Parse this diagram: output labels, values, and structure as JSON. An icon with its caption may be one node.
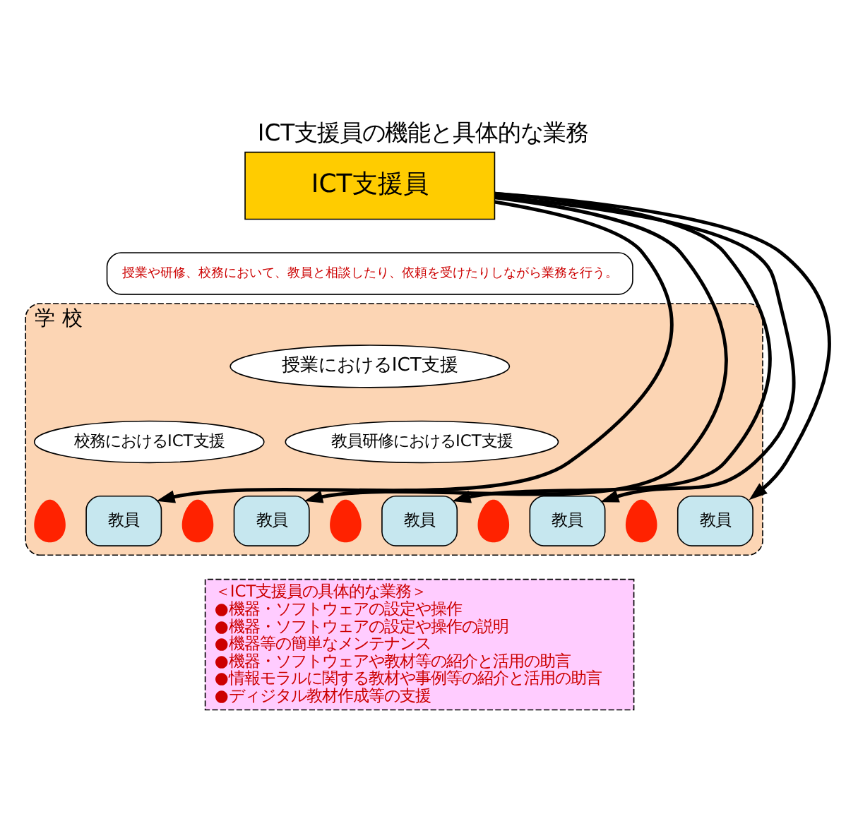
{
  "diagram": {
    "title": "ICT支援員の機能と具体的な業務",
    "nodes": [
      {
        "text": [
          "ICT支援員"
        ]
      },
      {
        "text": [
          "授業や研修、校務において、教員と相談したり、依頼を受けたりしながら業務を行う。"
        ]
      },
      {
        "text": [
          "学 校"
        ]
      },
      {
        "text": [
          "授業におけるICT支援"
        ],
        "in": 2
      },
      {
        "text": [
          "校務におけるICT支援"
        ],
        "in": 2
      },
      {
        "text": [
          "教員研修におけるICT支援"
        ],
        "in": 2
      },
      {
        "text": [],
        "shape": "person",
        "in": 2
      },
      {
        "text": [
          "教員"
        ],
        "in": 2
      },
      {
        "text": [],
        "shape": "person",
        "in": 2
      },
      {
        "text": [
          "教員"
        ],
        "in": 2
      },
      {
        "text": [],
        "shape": "person",
        "in": 2
      },
      {
        "text": [
          "教員"
        ],
        "in": 2
      },
      {
        "text": [],
        "shape": "person",
        "in": 2
      },
      {
        "text": [
          "教員"
        ],
        "in": 2
      },
      {
        "text": [],
        "shape": "person",
        "in": 2
      },
      {
        "text": [
          "教員"
        ],
        "in": 2
      },
      {
        "text": [
          "＜ICT支援員の具体的な業務＞",
          "●機器・ソフトウェアの設定や操作",
          "●機器・ソフトウェアの設定や操作の説明",
          "●機器等の簡単なメンテナンス",
          "●機器・ソフトウェアや教材等の紹介と活用の助言",
          "●情報モラルに関する教材や事例等の紹介と活用の助言",
          "●ディジタル教材作成等の支援"
        ]
      }
    ],
    "edges": [
      {
        "from": 0,
        "to": 7,
        "arrow": "to"
      },
      {
        "from": 0,
        "to": 9,
        "arrow": "to"
      },
      {
        "from": 0,
        "to": 11,
        "arrow": "to"
      },
      {
        "from": 0,
        "to": 13,
        "arrow": "to"
      },
      {
        "from": 0,
        "to": 15,
        "arrow": "to"
      }
    ]
  }
}
